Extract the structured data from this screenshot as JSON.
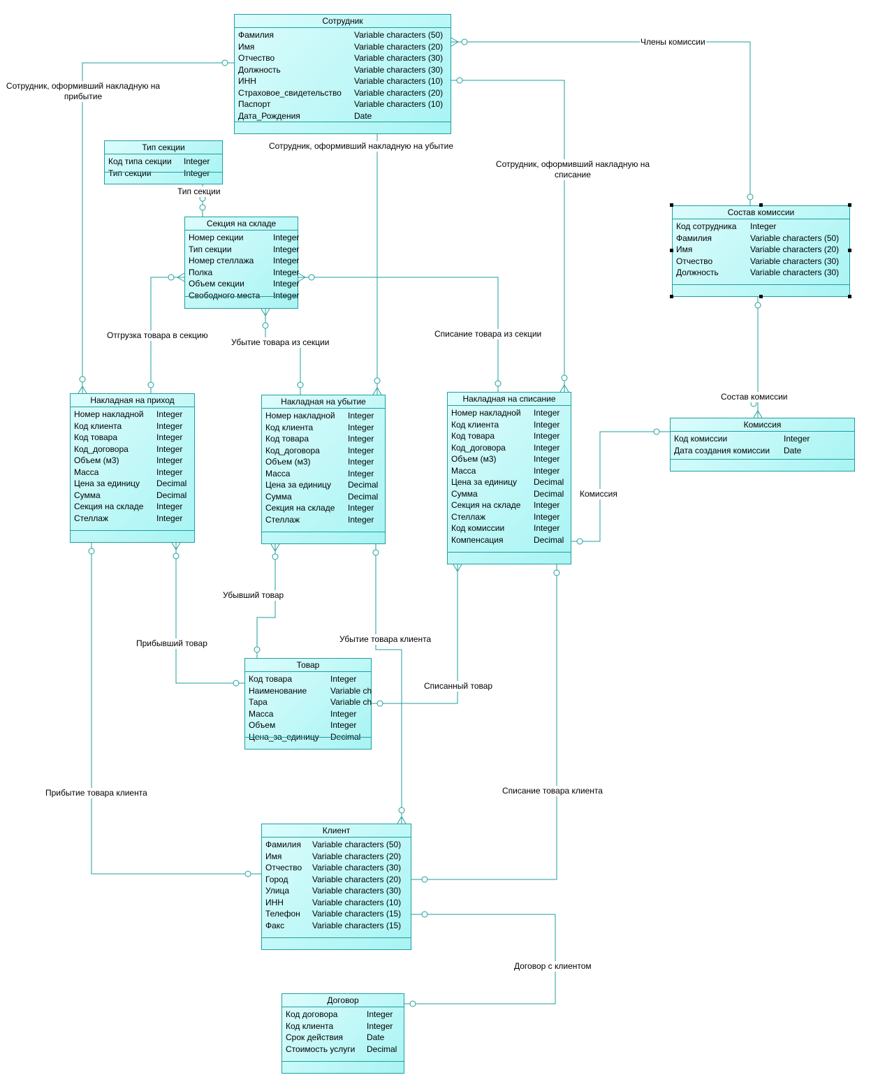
{
  "colors": {
    "line": "#1f9e9e",
    "fill": "#c6f8f8"
  },
  "entities": {
    "employee": {
      "title": "Сотрудник",
      "rows": [
        [
          "Фамилия",
          "Variable characters (50)"
        ],
        [
          "Имя",
          "Variable characters (20)"
        ],
        [
          "Отчество",
          "Variable characters (30)"
        ],
        [
          "Должность",
          "Variable characters (30)"
        ],
        [
          "ИНН",
          "Variable characters (10)"
        ],
        [
          "Страховое_свидетельство",
          "Variable characters (20)"
        ],
        [
          "Паспорт",
          "Variable characters (10)"
        ],
        [
          "Дата_Рождения",
          "Date"
        ]
      ]
    },
    "section_type": {
      "title": "Тип секции",
      "rows": [
        [
          "Код типа секции",
          "Integer"
        ],
        [
          "Тип секции",
          "Integer"
        ]
      ]
    },
    "section": {
      "title": "Секция на складе",
      "rows": [
        [
          "Номер секции",
          "Integer"
        ],
        [
          "Тип секции",
          "Integer"
        ],
        [
          "Номер стеллажа",
          "Integer"
        ],
        [
          "Полка",
          "Integer"
        ],
        [
          "Объем секции",
          "Integer"
        ],
        [
          "Свободного места",
          "Integer"
        ]
      ]
    },
    "commission_members": {
      "title": "Состав комиссии",
      "rows": [
        [
          "Код сотрудника",
          "Integer"
        ],
        [
          "Фамилия",
          "Variable characters (50)"
        ],
        [
          "Имя",
          "Variable characters (20)"
        ],
        [
          "Отчество",
          "Variable characters (30)"
        ],
        [
          "Должность",
          "Variable characters (30)"
        ]
      ]
    },
    "invoice_in": {
      "title": "Накладная на приход",
      "rows": [
        [
          "Номер накладной",
          "Integer"
        ],
        [
          "Код клиента",
          "Integer"
        ],
        [
          "Код товара",
          "Integer"
        ],
        [
          "Код_договора",
          "Integer"
        ],
        [
          "Объем (м3)",
          "Integer"
        ],
        [
          "Масса",
          "Integer"
        ],
        [
          "Цена за единицу",
          "Decimal"
        ],
        [
          "Сумма",
          "Decimal"
        ],
        [
          "Секция на складе",
          "Integer"
        ],
        [
          "Стеллаж",
          "Integer"
        ]
      ]
    },
    "invoice_loss": {
      "title": "Накладная на убытие",
      "rows": [
        [
          "Номер накладной",
          "Integer"
        ],
        [
          "Код клиента",
          "Integer"
        ],
        [
          "Код товара",
          "Integer"
        ],
        [
          "Код_договора",
          "Integer"
        ],
        [
          "Объем (м3)",
          "Integer"
        ],
        [
          "Масса",
          "Integer"
        ],
        [
          "Цена за единицу",
          "Decimal"
        ],
        [
          "Сумма",
          "Decimal"
        ],
        [
          "Секция на складе",
          "Integer"
        ],
        [
          "Стеллаж",
          "Integer"
        ]
      ]
    },
    "invoice_writeoff": {
      "title": "Накладная на списание",
      "rows": [
        [
          "Номер накладной",
          "Integer"
        ],
        [
          "Код клиента",
          "Integer"
        ],
        [
          "Код товара",
          "Integer"
        ],
        [
          "Код_договора",
          "Integer"
        ],
        [
          "Объем (м3)",
          "Integer"
        ],
        [
          "Масса",
          "Integer"
        ],
        [
          "Цена за единицу",
          "Decimal"
        ],
        [
          "Сумма",
          "Decimal"
        ],
        [
          "Секция на складе",
          "Integer"
        ],
        [
          "Стеллаж",
          "Integer"
        ],
        [
          "Код комиссии",
          "Integer"
        ],
        [
          "Компенсация",
          "Decimal"
        ]
      ]
    },
    "commission": {
      "title": "Комиссия",
      "rows": [
        [
          "Код комиссии",
          "Integer"
        ],
        [
          "Дата создания комиссии",
          "Date"
        ]
      ]
    },
    "product": {
      "title": "Товар",
      "rows": [
        [
          "Код товара",
          "Integer"
        ],
        [
          "Наименование",
          "Variable ch"
        ],
        [
          "Тара",
          "Variable ch"
        ],
        [
          "Масса",
          "Integer"
        ],
        [
          "Объем",
          "Integer"
        ],
        [
          "Цена_за_единицу",
          "Decimal"
        ]
      ]
    },
    "client": {
      "title": "Клиент",
      "rows": [
        [
          "Фамилия",
          "Variable characters (50)"
        ],
        [
          "Имя",
          "Variable characters (20)"
        ],
        [
          "Отчество",
          "Variable characters (30)"
        ],
        [
          "Город",
          "Variable characters (20)"
        ],
        [
          "Улица",
          "Variable characters (30)"
        ],
        [
          "ИНН",
          "Variable characters (10)"
        ],
        [
          "Телефон",
          "Variable characters (15)"
        ],
        [
          "Факс",
          "Variable characters (15)"
        ]
      ]
    },
    "contract": {
      "title": "Договор",
      "rows": [
        [
          "Код договора",
          "Integer"
        ],
        [
          "Код клиента",
          "Integer"
        ],
        [
          "Срок действия",
          "Date"
        ],
        [
          "Стоимость услуги",
          "Decimal"
        ]
      ]
    }
  },
  "relations": {
    "employee_in": "Сотрудник, оформивший накладную на прибытие",
    "employee_loss": "Сотрудник, оформивший накладную на убытие",
    "employee_writeoff": "Сотрудник, оформивший накладную на списание",
    "commission_members": "Члены комиссии",
    "section_type": "Тип секции",
    "load_to_section": "Отгрузка товара в секцию",
    "loss_from_section": "Убытие товара из секции",
    "writeoff_from_section": "Списание товара из секции",
    "commission_composition": "Состав комиссии",
    "commission": "Комиссия",
    "lost_product": "Убывший товар",
    "arrived_product": "Прибывший товар",
    "client_loss": "Убытие товара клиента",
    "written_off_product": "Списанный товар",
    "client_arrival": "Прибытие товара клиента",
    "client_writeoff": "Списание товара клиента",
    "client_contract": "Договор с клиентом"
  }
}
